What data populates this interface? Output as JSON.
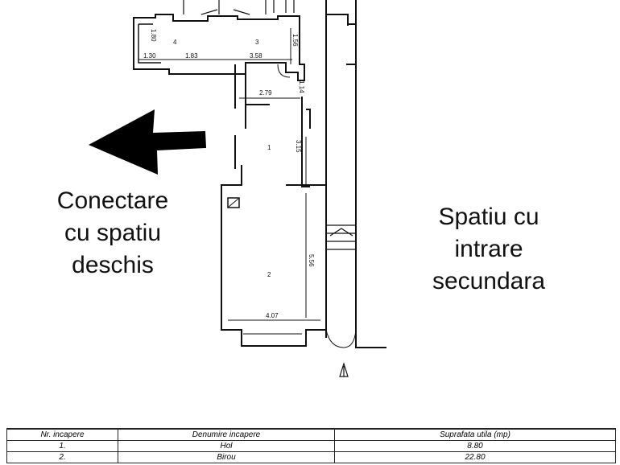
{
  "plan": {
    "rooms": [
      "1",
      "2",
      "3",
      "4"
    ],
    "dimensions": {
      "d1": "1.80",
      "d2": "1.30",
      "d3": "1.83",
      "d4": "3.58",
      "d5": "1.56",
      "d6": "2.79",
      "d7": "1.14",
      "d8": "3.15",
      "d9": "5.56",
      "d10": "4.07"
    }
  },
  "labels": {
    "left": [
      "Conectare",
      "cu spatiu",
      "deschis"
    ],
    "right": [
      "Spatiu cu",
      "intrare",
      "secundara"
    ]
  },
  "table": {
    "headers": [
      "Nr. incapere",
      "Denumire incapere",
      "Suprafata utila (mp)"
    ],
    "rows": [
      [
        "1.",
        "Hol",
        "8.80"
      ],
      [
        "2.",
        "Birou",
        "22.80"
      ]
    ]
  }
}
